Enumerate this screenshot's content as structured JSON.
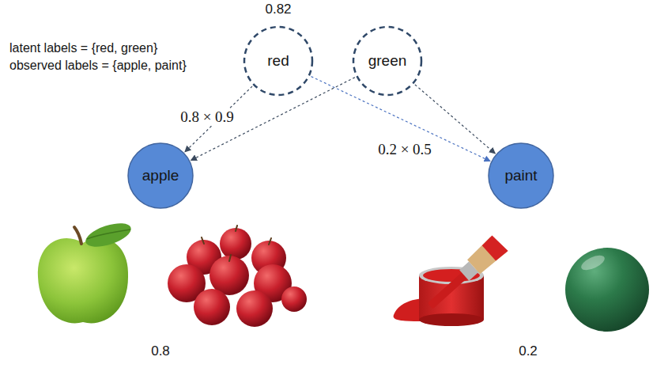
{
  "diagram": {
    "nodes": [
      {
        "text": [
          "red"
        ]
      },
      {
        "text": [
          "green"
        ]
      },
      {
        "text": [
          "apple"
        ]
      },
      {
        "text": [
          "paint"
        ]
      }
    ],
    "edges": [
      {
        "from": 0,
        "to": 2,
        "label": "0.8 × 0.9",
        "arrow": "to"
      },
      {
        "from": 0,
        "to": 3,
        "label": "0.2 × 0.5",
        "arrow": "to"
      },
      {
        "from": 1,
        "to": 2,
        "arrow": "to"
      },
      {
        "from": 1,
        "to": 3,
        "arrow": "to"
      }
    ],
    "labels": [
      "latent labels = {red, green}",
      "observed labels = {apple, paint}",
      "0.82",
      "0.8",
      "0.2"
    ]
  }
}
